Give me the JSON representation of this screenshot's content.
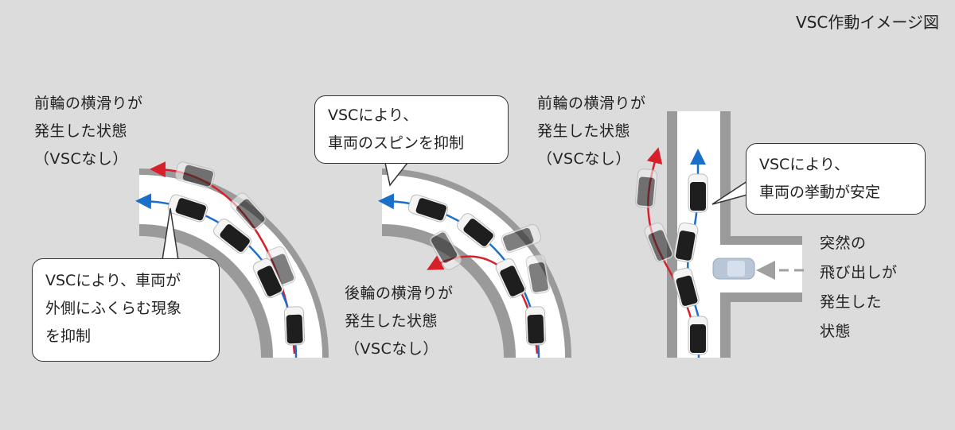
{
  "title": "VSC作動イメージ図",
  "scene1": {
    "label": [
      "前輪の横滑りが",
      "発生した状態",
      "（VSCなし）"
    ],
    "bubble": [
      "VSCにより、車両が",
      "外側にふくらむ現象",
      "を抑制"
    ]
  },
  "scene2": {
    "bubble": [
      "VSCにより、",
      "車両のスピンを抑制"
    ],
    "label": [
      "後輪の横滑りが",
      "発生した状態",
      "（VSCなし）"
    ]
  },
  "scene3": {
    "label": [
      "前輪の横滑りが",
      "発生した状態",
      "（VSCなし）"
    ],
    "bubble": [
      "VSCにより、",
      "車両の挙動が安定"
    ],
    "side_label": [
      "突然の",
      "飛び出しが",
      "発生した",
      "状態"
    ]
  },
  "colors": {
    "background": "#dcdcdc",
    "vsc_path": "#1a6fc8",
    "no_vsc_path": "#d8202a",
    "road_edge": "#9a9a9a"
  }
}
